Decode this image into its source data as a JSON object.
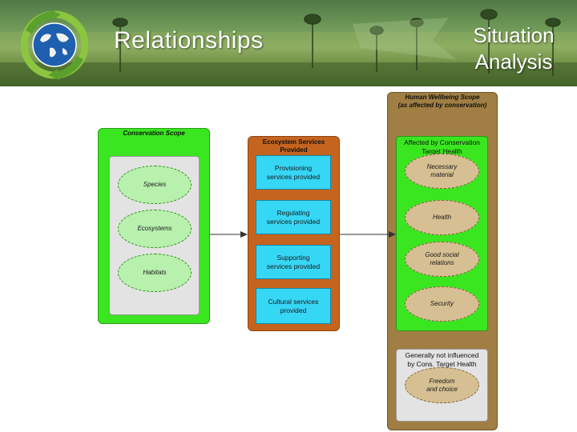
{
  "header": {
    "title": "Relationships",
    "subtitle_lines": [
      "Situation",
      "Analysis"
    ]
  },
  "diagram": {
    "conservation_scope": {
      "title": "Conservation Scope",
      "targets": [
        "Species",
        "Ecosystems",
        "Habitats"
      ]
    },
    "ecosystem_services": {
      "title_lines": [
        "Ecosystem Services",
        "Provided"
      ],
      "items": [
        [
          "Provisioning",
          "services provided"
        ],
        [
          "Regulating",
          "services provided"
        ],
        [
          "Supporting",
          "services provided"
        ],
        [
          "Cultural services",
          "provided"
        ]
      ]
    },
    "human_wellbeing": {
      "title_lines": [
        "Human Wellbeing Scope",
        "(as affected by conservation)"
      ],
      "affected": {
        "title_lines": [
          "Affected by Conservation",
          "Target Health"
        ],
        "items": [
          [
            "Necessary",
            "material"
          ],
          [
            "Health"
          ],
          [
            "Good social",
            "relations"
          ],
          [
            "Security"
          ]
        ]
      },
      "not_influenced": {
        "title_lines": [
          "Generally not influenced",
          "by Cons. Target Health"
        ],
        "items": [
          [
            "Freedom",
            "and choice"
          ]
        ]
      }
    }
  },
  "colors": {
    "conservation_scope": "#39e61f",
    "ecosystem_services": "#c5641f",
    "service_item": "#36d6f5",
    "human_wellbeing": "#a07e44",
    "wellbeing_item": "#d6bf92"
  },
  "icons": {
    "logo": "globe-recycle-icon"
  }
}
